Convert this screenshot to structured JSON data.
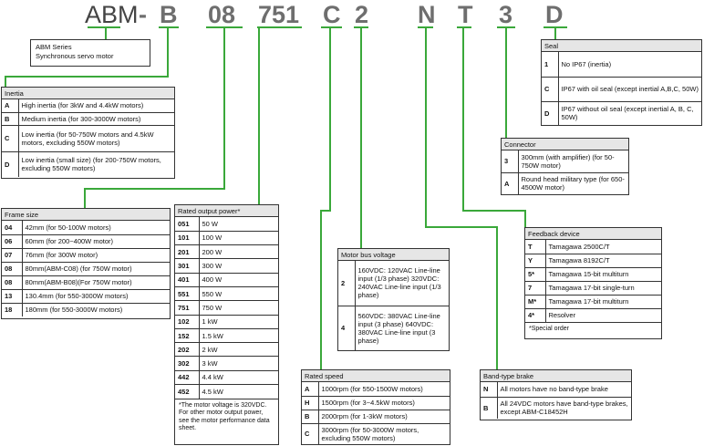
{
  "code": {
    "p0": "ABM",
    "p1": "-",
    "p2": "B",
    "p3": "08",
    "p4": "751",
    "p5": "C",
    "p6": "2",
    "p7": "N",
    "p8": "T",
    "p9": "3",
    "p10": "D"
  },
  "series": {
    "line1": "ABM Series",
    "line2": "Synchronous servo motor"
  },
  "inertia": {
    "title": "Inertia",
    "rows": [
      {
        "k": "A",
        "v": "High inertia (for 3kW and 4.4kW motors)"
      },
      {
        "k": "B",
        "v": "Medium inertia (for 300-3000W motors)"
      },
      {
        "k": "C",
        "v": "Low inertia (for 50-750W motors and 4.5kW motors, excluding 550W motors)"
      },
      {
        "k": "D",
        "v": "Low inertia (small size) (for 200-750W motors, excluding 550W motors)"
      }
    ]
  },
  "frame": {
    "title": "Frame size",
    "rows": [
      {
        "k": "04",
        "v": "42mm (for 50-100W motors)"
      },
      {
        "k": "06",
        "v": "60mm (for 200~400W motor)"
      },
      {
        "k": "07",
        "v": "76mm (for 300W motor)"
      },
      {
        "k": "08",
        "v": "80mm(ABM-C08) (for 750W motor)"
      },
      {
        "k": "08",
        "v": "80mm(ABM-B08)(For 750W motor)"
      },
      {
        "k": "13",
        "v": "130.4mm (for 550-3000W motors)"
      },
      {
        "k": "18",
        "v": "180mm (for 550-3000W motors)"
      }
    ]
  },
  "power": {
    "title": "Rated output power*",
    "rows": [
      {
        "k": "051",
        "v": "50 W"
      },
      {
        "k": "101",
        "v": "100 W"
      },
      {
        "k": "201",
        "v": "200 W"
      },
      {
        "k": "301",
        "v": "300 W"
      },
      {
        "k": "401",
        "v": "400 W"
      },
      {
        "k": "551",
        "v": "550 W"
      },
      {
        "k": "751",
        "v": "750 W"
      },
      {
        "k": "102",
        "v": "1 kW"
      },
      {
        "k": "152",
        "v": "1.5 kW"
      },
      {
        "k": "202",
        "v": "2 kW"
      },
      {
        "k": "302",
        "v": "3 kW"
      },
      {
        "k": "442",
        "v": "4.4 kW"
      },
      {
        "k": "452",
        "v": "4.5 kW"
      }
    ],
    "note": "*The motor voltage is 320VDC. For other motor output power, see the motor performance data sheet."
  },
  "voltage": {
    "title": "Motor bus voltage",
    "rows": [
      {
        "k": "2",
        "v": "160VDC: 120VAC Line-line input (1/3 phase) 320VDC: 240VAC Line-line input (1/3 phase)"
      },
      {
        "k": "4",
        "v": "560VDC: 380VAC Line-line input (3 phase) 640VDC: 380VAC Line-line input (3 phase)"
      }
    ]
  },
  "speed": {
    "title": "Rated speed",
    "rows": [
      {
        "k": "A",
        "v": "1000rpm (for 550-1500W motors)"
      },
      {
        "k": "H",
        "v": "1500rpm (for 3~4.5kW motors)"
      },
      {
        "k": "B",
        "v": "2000rpm (for 1-3kW motors)"
      },
      {
        "k": "C",
        "v": "3000rpm (for 50-3000W motors, excluding 550W motors)"
      }
    ]
  },
  "brake": {
    "title": "Band-type brake",
    "rows": [
      {
        "k": "N",
        "v": "All motors have no band-type brake"
      },
      {
        "k": "B",
        "v": "All 24VDC motors have band-type brakes, except ABM-C18452H"
      }
    ]
  },
  "feedback": {
    "title": "Feedback device",
    "rows": [
      {
        "k": "T",
        "v": "Tamagawa 2500C/T"
      },
      {
        "k": "Y",
        "v": "Tamagawa 8192C/T"
      },
      {
        "k": "5*",
        "v": "Tamagawa 15-bit multiturn"
      },
      {
        "k": "7",
        "v": "Tamagawa 17-bit single-turn"
      },
      {
        "k": "M*",
        "v": "Tamagawa 17-bit multiturn"
      },
      {
        "k": "4*",
        "v": "Resolver"
      }
    ],
    "note": "*Special order"
  },
  "connector": {
    "title": "Connector",
    "rows": [
      {
        "k": "3",
        "v": "300mm (with amplifier) (for 50-750W motor)"
      },
      {
        "k": "A",
        "v": "Round head military type (for 650-4500W motor)"
      }
    ]
  },
  "seal": {
    "title": "Seal",
    "rows": [
      {
        "k": "1",
        "v": "No IP67 (inertia)"
      },
      {
        "k": "C",
        "v": "IP67 with oil seal (except inertial A,B,C, 50W)"
      },
      {
        "k": "D",
        "v": "IP67 without oil seal (except inertial A, B, C, 50W)"
      }
    ]
  },
  "colors": {
    "wire": "#3aa83a",
    "border": "#333333",
    "header": "#e6e6e6"
  }
}
